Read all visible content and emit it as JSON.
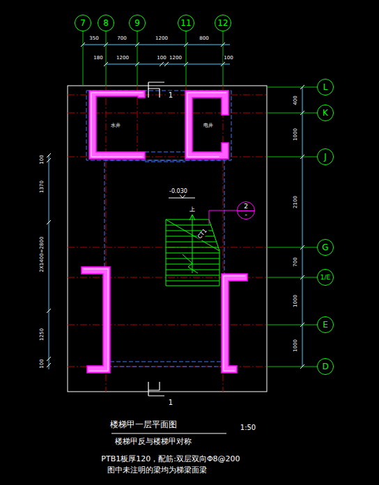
{
  "diagram": {
    "title": "楼梯甲一层平面图",
    "nodes": [
      {
        "text": [
          "7"
        ]
      },
      {
        "text": [
          "8"
        ]
      },
      {
        "text": [
          "9"
        ]
      },
      {
        "text": [
          "11"
        ]
      },
      {
        "text": [
          "12"
        ]
      },
      {
        "text": [
          "L"
        ]
      },
      {
        "text": [
          "K"
        ]
      },
      {
        "text": [
          "J"
        ]
      },
      {
        "text": [
          "2",
          "-"
        ]
      },
      {
        "text": [
          "G"
        ]
      },
      {
        "text": [
          "1/E"
        ]
      },
      {
        "text": [
          "E"
        ]
      },
      {
        "text": [
          "D"
        ]
      }
    ],
    "labels": [
      "350",
      "700",
      "1200",
      "800",
      "180",
      "1200",
      "100",
      "1200",
      "100",
      "400",
      "1000",
      "2100",
      "700",
      "1000",
      "1000",
      "100",
      "1370",
      "2X1400=2800",
      "1250",
      "100",
      "水井",
      "电井",
      "-0.030",
      "上",
      "CT1",
      "1",
      "1",
      "1:50",
      "楼梯甲反与楼梯甲对称",
      "PTB1板厚120，配筋:双层双向Φ8@200",
      "图中未注明的梁均为梯梁面梁"
    ]
  }
}
